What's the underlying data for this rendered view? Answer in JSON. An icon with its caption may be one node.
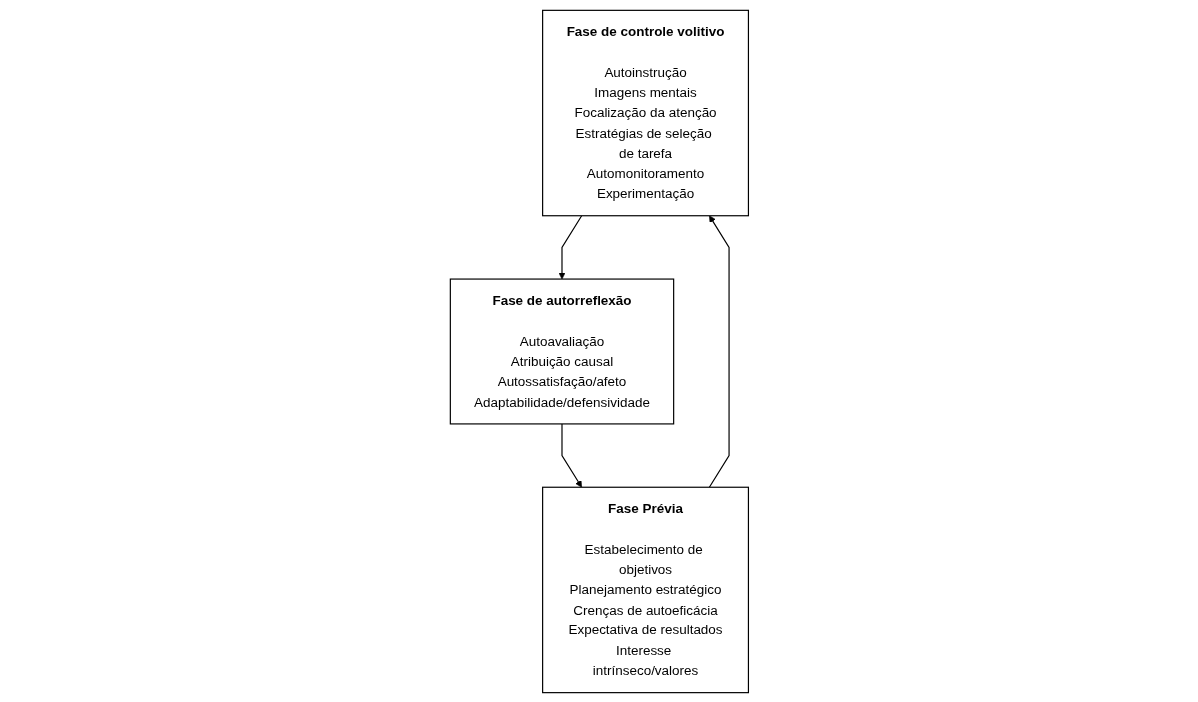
{
  "diagram": {
    "nodes": [
      {
        "text": [
          "Fase de controle volitivo",
          "Autoinstrução",
          "Imagens mentais",
          "Focalização da atenção",
          "Estratégias de seleção de tarefa",
          "Automonitoramento",
          "Experimentação"
        ]
      },
      {
        "text": [
          "Fase Prévia",
          "Estabelecimento de objetivos",
          "Planejamento estratégico",
          "Crenças de autoeficácia",
          "Expectativa de resultados",
          "Interesse intrínseco/valores"
        ]
      },
      {
        "text": [
          "Fase de autorreflexão",
          "Autoavaliação",
          "Atribuição causal",
          "Autossatisfação/afeto",
          "Adaptabilidade/defensividade"
        ]
      }
    ],
    "edges": [
      {
        "from": 1,
        "to": 0,
        "arrow": "to"
      },
      {
        "from": 0,
        "to": 2,
        "arrow": "to"
      },
      {
        "from": 2,
        "to": 1,
        "arrow": "to"
      }
    ]
  }
}
